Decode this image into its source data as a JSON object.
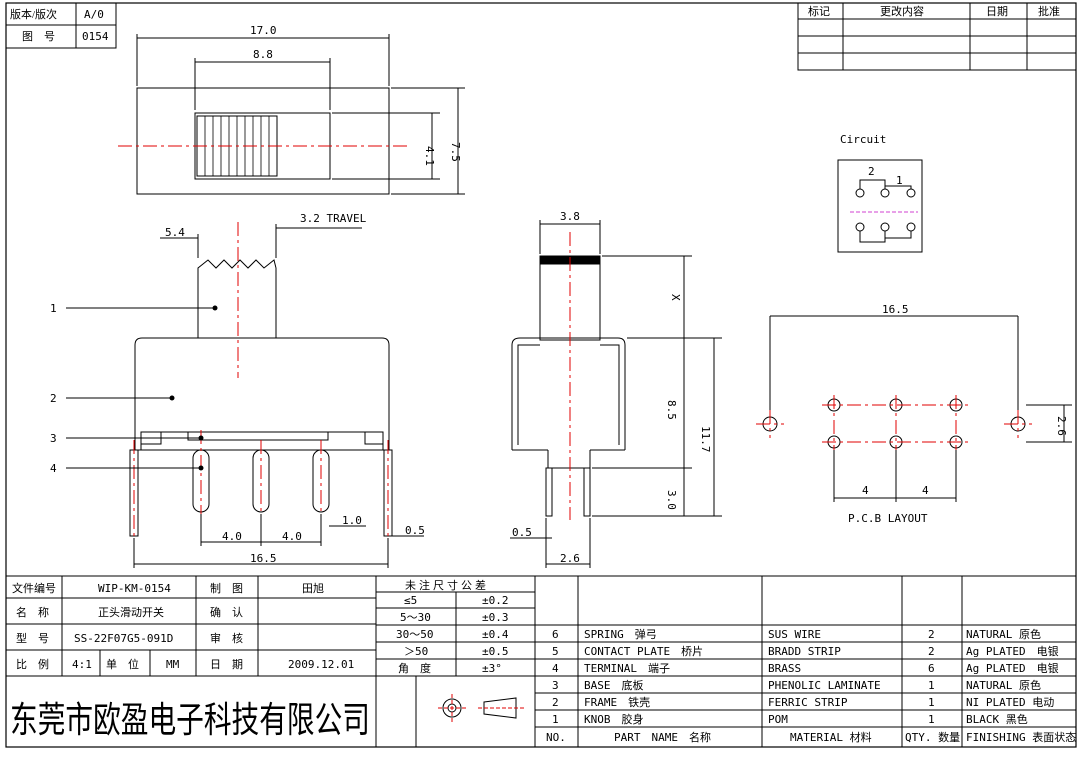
{
  "header_left": {
    "rows": [
      {
        "label": "版本/版次",
        "value": "A/0"
      },
      {
        "label": "图　号",
        "value": "0154"
      }
    ]
  },
  "revision_table": {
    "headers": [
      "标记",
      "更改内容",
      "日期",
      "批准"
    ]
  },
  "drawing": {
    "top_view": {
      "dim_width": "17.0",
      "dim_slot": "8.8",
      "dim_knob_h": "4.1",
      "dim_height": "7.5"
    },
    "front_view": {
      "travel": "3.2 TRAVEL",
      "dim_knob": "5.4",
      "callouts": [
        "1",
        "2",
        "3",
        "4"
      ],
      "dim_pitch_1": "4.0",
      "dim_pitch_2": "4.0",
      "dim_pin": "1.0",
      "dim_edge": "0.5",
      "dim_total": "16.5"
    },
    "side_view": {
      "dim_top": "3.8",
      "dim_x": "X",
      "dim_body": "8.5",
      "dim_total": "11.7",
      "dim_pin": "3.0",
      "dim_thick": "0.5",
      "dim_base": "2.6"
    },
    "circuit": {
      "title": "Circuit",
      "label_2": "2",
      "label_1": "1"
    },
    "pcb": {
      "title": "P.C.B LAYOUT",
      "dim_width": "16.5",
      "dim_pitch_1": "4",
      "dim_pitch_2": "4",
      "dim_row": "2.6"
    }
  },
  "title_block": {
    "rows": [
      {
        "label": "文件编号",
        "value": "WIP-KM-0154",
        "label2": "制　图",
        "value2": "田旭"
      },
      {
        "label": "名　称",
        "value": "正头滑动开关",
        "label2": "确　认",
        "value2": ""
      },
      {
        "label": "型　号",
        "value": "SS-22F07G5-091D",
        "label2": "审　核",
        "value2": ""
      },
      {
        "label": "比　例",
        "value": "4:1",
        "unit_label": "单　位",
        "unit": "MM",
        "label2": "日　期",
        "value2": "2009.12.01"
      }
    ],
    "company": "东莞市欧盈电子科技有限公司"
  },
  "tolerance": {
    "title": "未注尺寸公差",
    "rows": [
      {
        "range": "≤5",
        "tol": "±0.2"
      },
      {
        "range": "5～30",
        "tol": "±0.3"
      },
      {
        "range": "30～50",
        "tol": "±0.4"
      },
      {
        "range": "＞50",
        "tol": "±0.5"
      },
      {
        "range": "角　度",
        "tol": "±3°"
      }
    ]
  },
  "parts_table": {
    "headers": {
      "no": "NO.",
      "part": "PART　NAME　名称",
      "material": "MATERIAL 材料",
      "qty": "QTY. 数量",
      "finish": "FINISHING 表面状态"
    },
    "rows": [
      {
        "no": "6",
        "part": "SPRING　弹弓",
        "material": "SUS WIRE",
        "qty": "2",
        "finish": "NATURAL 原色"
      },
      {
        "no": "5",
        "part": "CONTACT PLATE　桥片",
        "material": "BRADD STRIP",
        "qty": "2",
        "finish": "Ag PLATED　电银"
      },
      {
        "no": "4",
        "part": "TERMINAL　端子",
        "material": "BRASS",
        "qty": "6",
        "finish": "Ag PLATED　电银"
      },
      {
        "no": "3",
        "part": "BASE　底板",
        "material": "PHENOLIC LAMINATE",
        "qty": "1",
        "finish": "NATURAL 原色"
      },
      {
        "no": "2",
        "part": "FRAME　铁壳",
        "material": "FERRIC STRIP",
        "qty": "1",
        "finish": "NI PLATED 电动"
      },
      {
        "no": "1",
        "part": "KNOB　胶身",
        "material": "POM",
        "qty": "1",
        "finish": "BLACK 黑色"
      }
    ]
  }
}
